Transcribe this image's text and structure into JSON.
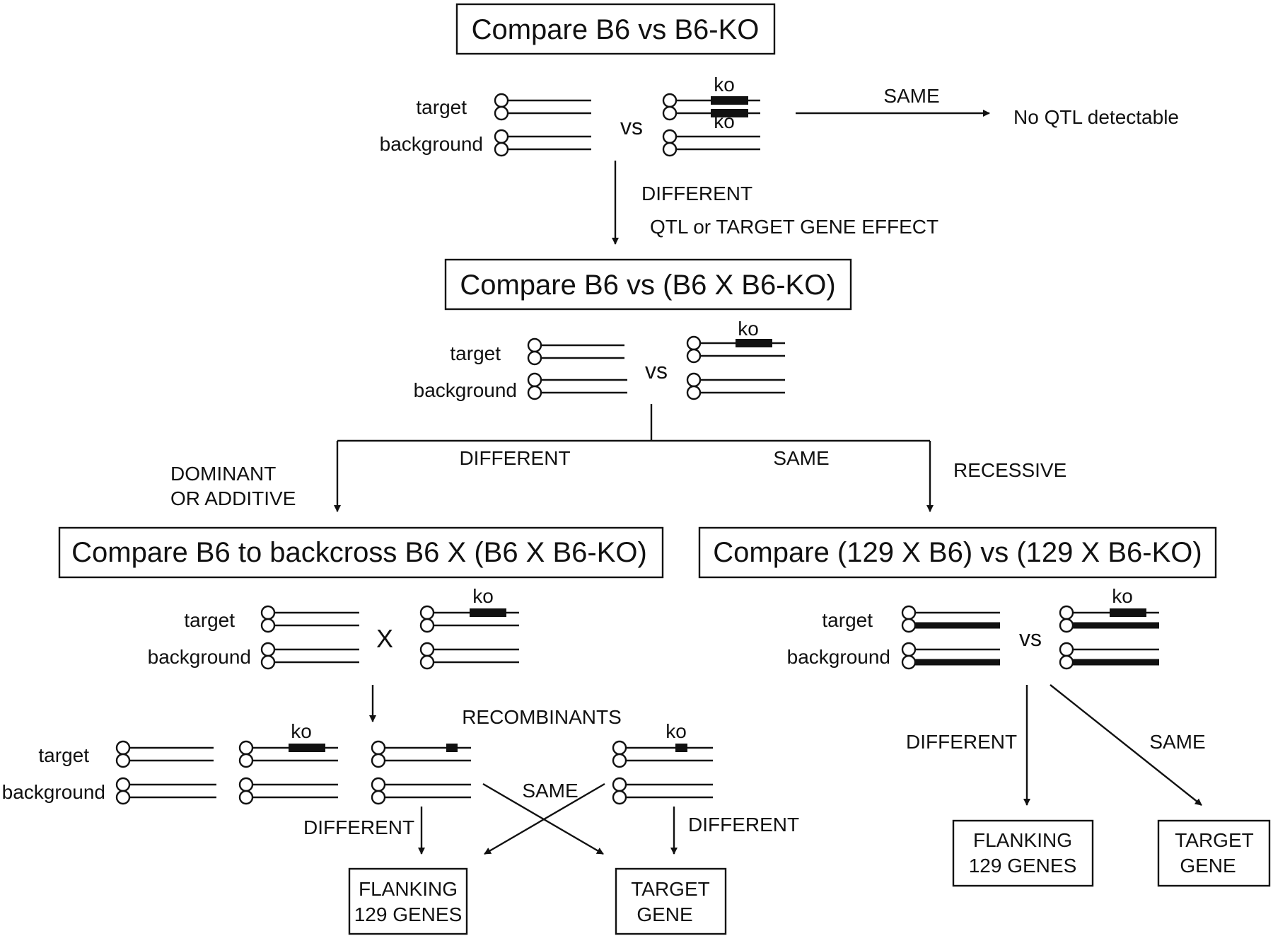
{
  "boxes": {
    "top": "Compare B6 vs B6-KO",
    "second": "Compare B6 vs (B6 X B6-KO)",
    "left": "Compare B6 to backcross B6 X (B6 X B6-KO)",
    "right": "Compare (129 X B6) vs (129 X B6-KO)",
    "left_out_1": [
      "FLANKING",
      "129 GENES"
    ],
    "left_out_2": [
      "TARGET",
      "GENE"
    ],
    "right_out_1": [
      "FLANKING",
      "129 GENES"
    ],
    "right_out_2": [
      "TARGET",
      "GENE"
    ]
  },
  "labels": {
    "target": "target",
    "background": "background",
    "vs": "vs",
    "cross": "X",
    "ko": "ko",
    "same": "SAME",
    "different": "DIFFERENT",
    "no_qtl": "No QTL detectable",
    "qtl_effect": "QTL or TARGET GENE EFFECT",
    "dominant_1": "DOMINANT",
    "dominant_2": "OR ADDITIVE",
    "recessive": "RECESSIVE",
    "recombinants": "RECOMBINANTS"
  },
  "colors": {
    "ink": "#111111",
    "background": "#ffffff"
  }
}
